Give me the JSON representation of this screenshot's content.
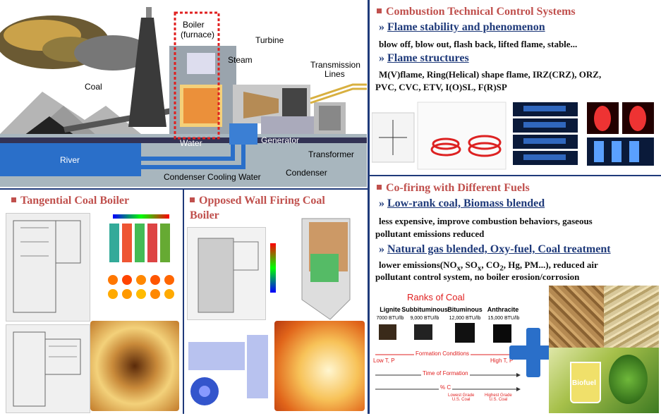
{
  "diagram": {
    "labels": {
      "coal": "Coal",
      "boiler": "Boiler",
      "furnace": "(furnace)",
      "steam": "Steam",
      "turbine": "Turbine",
      "transmission1": "Transmission",
      "transmission2": "Lines",
      "generator": "Generator",
      "transformer": "Transformer",
      "water": "Water",
      "river": "River",
      "condenser": "Condenser",
      "cooling": "Condenser Cooling Water"
    }
  },
  "left": {
    "tangential_title": "Tangential Coal Boiler",
    "opposed_title_1": "Opposed Wall Firing Coal",
    "opposed_title_2": "Boiler"
  },
  "right": {
    "sec1": {
      "title": "Combustion Technical Control Systems",
      "sub1": "Flame stability and phenomenon",
      "text1": "blow off, blow out, flash back, lifted flame, stable...",
      "sub2": "Flame structures",
      "text2a": "M(V)flame, Ring(Helical) shape flame, IRZ(CRZ), ORZ,",
      "text2b": "PVC, CVC, ETV, I(O)SL, F(R)SP"
    },
    "sec2": {
      "title": "Co-firing with Different Fuels",
      "sub1": "Low-rank coal, Biomass blended",
      "text1a": "less expensive, improve combustion behaviors, gaseous",
      "text1b": "pollutant  emissions reduced",
      "sub2": "Natural gas blended, Oxy-fuel, Coal treatment",
      "text2a": "lower emissions(NO",
      "text2b": "pollutant  control system, no boiler erosion/corrosion"
    },
    "coal": {
      "title": "Ranks of Coal",
      "ranks": [
        {
          "name": "Lignite",
          "btu": "7000 BTU/lb"
        },
        {
          "name": "Subbituminous",
          "btu": "9,000 BTU/lb"
        },
        {
          "name": "Bituminous",
          "btu": "12,000 BTU/lb"
        },
        {
          "name": "Anthracite",
          "btu": "15,000 BTU/lb"
        }
      ],
      "formation": "Formation Conditions",
      "lowtp": "Low T, P",
      "hightp": "High T, P",
      "time": "Time of Formation",
      "pctc": "% C",
      "lowest1": "Lowest Grade",
      "lowest2": "U.S. Coal",
      "highest1": "Highest Grade",
      "highest2": "U.S. Coal",
      "biofuel": "Biofuel"
    }
  },
  "colors": {
    "title_red": "#c0504d",
    "sub_navy": "#1f3a7a",
    "plus_blue": "#2a6fc9"
  }
}
